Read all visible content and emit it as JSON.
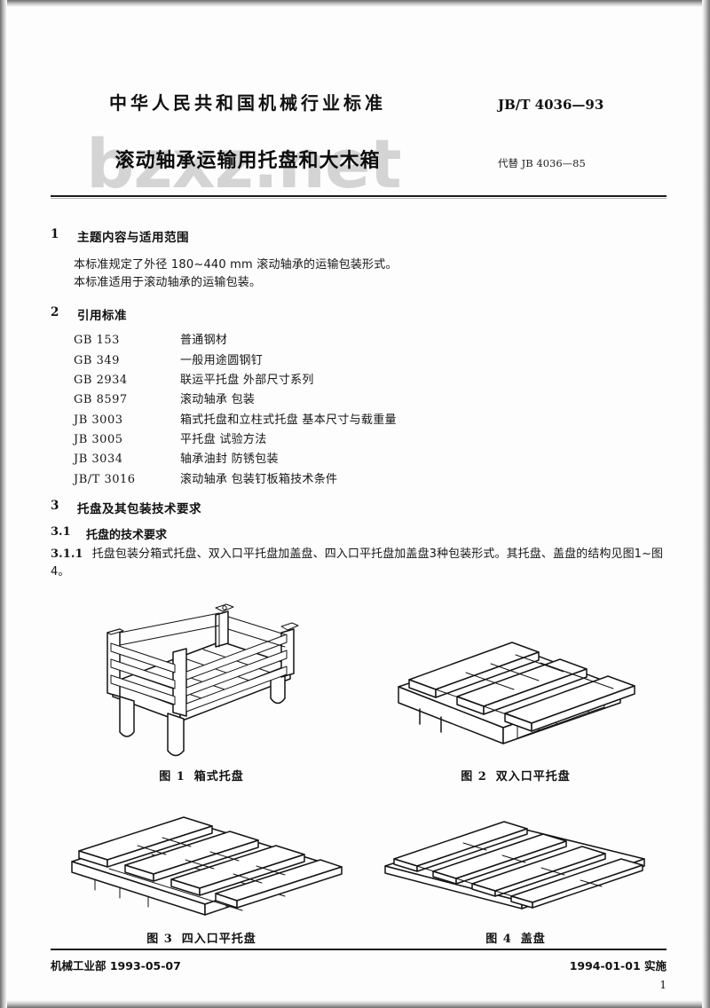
{
  "document": {
    "watermark": "bzxz.net",
    "ministry_line": "中华人民共和国机械行业标准",
    "standard_no": "JB/T 4036—93",
    "title": "滚动轴承运输用托盘和大木箱",
    "replaces": "代替 JB 4036—85"
  },
  "sections": {
    "s1": {
      "num": "1",
      "title": "主题内容与适用范围",
      "p1": "本标准规定了外径 180~440 mm 滚动轴承的运输包装形式。",
      "p2": "本标准适用于滚动轴承的运输包装。"
    },
    "s2": {
      "num": "2",
      "title": "引用标准",
      "refs": [
        {
          "code": "GB  153",
          "name": "普通钢材"
        },
        {
          "code": "GB  349",
          "name": "一般用途圆钢钉"
        },
        {
          "code": "GB  2934",
          "name": "联运平托盘  外部尺寸系列"
        },
        {
          "code": "GB  8597",
          "name": "滚动轴承  包装"
        },
        {
          "code": "JB  3003",
          "name": "箱式托盘和立柱式托盘  基本尺寸与载重量"
        },
        {
          "code": "JB  3005",
          "name": "平托盘  试验方法"
        },
        {
          "code": "JB  3034",
          "name": "轴承油封  防锈包装"
        },
        {
          "code": "JB/T  3016",
          "name": "滚动轴承  包装钉板箱技术条件"
        }
      ]
    },
    "s3": {
      "num": "3",
      "title": "托盘及其包装技术要求",
      "s31": {
        "num": "3.1",
        "title": "托盘的技术要求"
      },
      "s311": {
        "num": "3.1.1",
        "text": "托盘包装分箱式托盘、双入口平托盘加盖盘、四入口平托盘加盖盘3种包装形式。其托盘、盖盘的结构见图1~图4。"
      }
    }
  },
  "figures": [
    {
      "label": "图 1",
      "caption": "箱式托盘"
    },
    {
      "label": "图 2",
      "caption": "双入口平托盘"
    },
    {
      "label": "图 3",
      "caption": "四入口平托盘"
    },
    {
      "label": "图 4",
      "caption": "盖盘"
    }
  ],
  "footer": {
    "issuer": "机械工业部 1993-05-07",
    "effective": "1994-01-01 实施",
    "page_number": "1"
  }
}
